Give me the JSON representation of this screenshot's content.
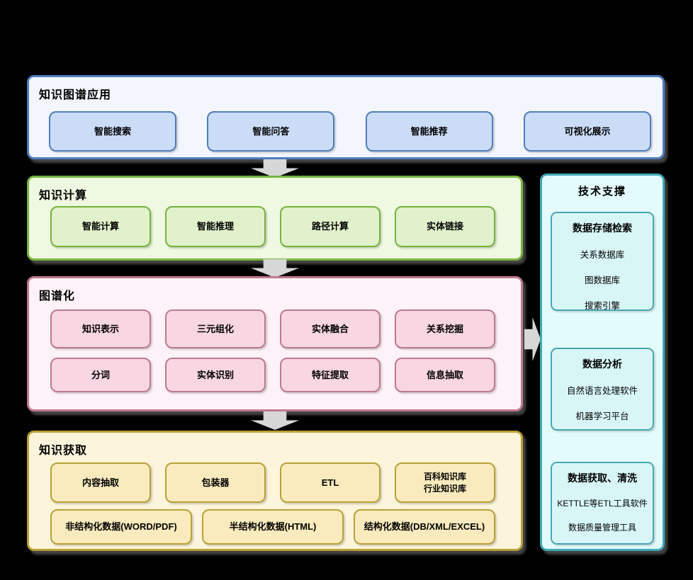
{
  "app_layer": {
    "title": "知识图谱应用",
    "buttons": [
      "智能搜索",
      "智能问答",
      "智能推荐",
      "可视化展示"
    ]
  },
  "computing_layer": {
    "title": "知识计算",
    "buttons": [
      "智能计算",
      "智能推理",
      "路径计算",
      "实体链接"
    ]
  },
  "graphing_layer": {
    "title": "图谱化",
    "row1": [
      "知识表示",
      "三元组化",
      "实体融合",
      "关系挖掘"
    ],
    "row2": [
      "分词",
      "实体识别",
      "特征提取",
      "信息抽取"
    ]
  },
  "acquisition_layer": {
    "title": "知识获取",
    "row1": [
      "内容抽取",
      "包装器",
      "ETL",
      "百科知识库\n行业知识库"
    ],
    "row2": [
      "非结构化数据(WORD/PDF)",
      "半结构化数据(HTML)",
      "结构化数据(DB/XML/EXCEL)"
    ]
  },
  "support_panel": {
    "title": "技术支撑",
    "groups": [
      {
        "title": "数据存储检索",
        "items": [
          "关系数据库",
          "图数据库",
          "搜索引擎"
        ]
      },
      {
        "title": "数据分析",
        "items": [
          "自然语言处理软件",
          "机器学习平台"
        ]
      },
      {
        "title": "数据获取、清洗",
        "items": [
          "KETTLE等ETL工具软件",
          "数据质量管理工具"
        ]
      }
    ]
  },
  "colors": {
    "background": "#000000",
    "text": "#000000",
    "app_accent": "#4E7DBE",
    "app_fill": "#F3F6FD",
    "app_node_fill": "#CBDDF6",
    "computing_accent": "#74B33C",
    "computing_fill": "#EFF8E1",
    "computing_node_fill": "#E0F1CB",
    "graphing_accent": "#BE7890",
    "graphing_fill": "#FDF2F7",
    "graphing_node_fill": "#F8D6E2",
    "acquisition_accent": "#B9A135",
    "acquisition_fill": "#FCF5DC",
    "acquisition_node_fill": "#FAEBBE",
    "support_accent": "#3FA9B5",
    "support_fill": "#E3FBFB",
    "support_group_fill": "#D9F6F6",
    "arrow": "#D7D7D7"
  }
}
